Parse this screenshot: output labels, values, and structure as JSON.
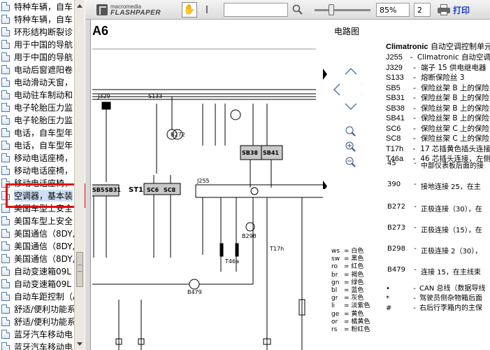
{
  "sidebar": {
    "items": [
      {
        "label": "特种车辆，自车"
      },
      {
        "label": "特种车辆，自车"
      },
      {
        "label": "环形结构断裂诊"
      },
      {
        "label": "用于中国的导航"
      },
      {
        "label": "用于中国的导航"
      },
      {
        "label": "电动后窗遮阳卷"
      },
      {
        "label": "电动滑动天窗，"
      },
      {
        "label": "电动驻车制动和"
      },
      {
        "label": "电子轮胎压力监"
      },
      {
        "label": "电子轮胎压力监"
      },
      {
        "label": "电话，自车型年"
      },
      {
        "label": "电话，自车型年"
      },
      {
        "label": "移动电话座椅，"
      },
      {
        "label": "移动电话座椅，"
      },
      {
        "label": "移动电话座椅，"
      },
      {
        "label": "空调器，基本装"
      },
      {
        "label": "美国车型上安全"
      },
      {
        "label": "美国车型上安全"
      },
      {
        "label": "美国通信（8DY,"
      },
      {
        "label": "美国通信（8DY,"
      },
      {
        "label": "美国通信（8DY,"
      },
      {
        "label": "自动变速箱09L"
      },
      {
        "label": "自动变速箱09L"
      },
      {
        "label": "自动车距控制（A"
      },
      {
        "label": "舒适/便利功能系"
      },
      {
        "label": "舒适/便利功能系"
      },
      {
        "label": "蓝牙汽车移动电"
      },
      {
        "label": "蓝牙汽车移动电"
      }
    ],
    "selected_index": 15
  },
  "toolbar": {
    "logo_small": "macromedia",
    "logo_big": "FLASHPAPER",
    "hand_icon": "hand-icon",
    "text_select_icon": "ibeam-icon",
    "search_icon": "magnifier-icon",
    "zoom_value": "85%",
    "page_value": "2",
    "print_label": "打印"
  },
  "document": {
    "page_code": "A6",
    "heading": "电路图",
    "legend_title_latin": "Climatronic",
    "legend_title_cn": " 自动空调控制单元",
    "legend": [
      {
        "code": "J255",
        "desc": "Climatronic 自动空调"
      },
      {
        "code": "J329",
        "desc": "端子 15 供电继电器"
      },
      {
        "code": "S133",
        "desc": "熔断保险丝 3"
      },
      {
        "code": "SB5",
        "desc": "保险丝架 B 上的保险"
      },
      {
        "code": "SB31",
        "desc": "保险丝架 B 上的保险"
      },
      {
        "code": "SB38",
        "desc": "保险丝架 B 上的保险"
      },
      {
        "code": "SB41",
        "desc": "保险丝架 B 上的保险"
      },
      {
        "code": "SC6",
        "desc": "保险丝架 C 上的保险"
      },
      {
        "code": "SC8",
        "desc": "保险丝架 C 上的保险"
      },
      {
        "code": "T17h",
        "desc": "17 芯插黄色插头连接"
      },
      {
        "code": "T46a",
        "desc": "46 芯插头连接，左侧"
      }
    ],
    "legend2": [
      {
        "code": "45",
        "desc": "中部仪表板后面的接"
      },
      {
        "code": "390",
        "desc": "接地连接 25，在主"
      },
      {
        "code": "B272",
        "desc": "正极连接（30），在"
      },
      {
        "code": "B273",
        "desc": "正极连接（15），在"
      },
      {
        "code": "B298",
        "desc": "正极连接 2（30），"
      },
      {
        "code": "B479",
        "desc": "连接 15，在主线束"
      }
    ],
    "wire_colors": [
      {
        "code": "ws",
        "name": "白色"
      },
      {
        "code": "sw",
        "name": "黑色"
      },
      {
        "code": "ro",
        "name": "红色"
      },
      {
        "code": "br",
        "name": "褐色"
      },
      {
        "code": "gn",
        "name": "绿色"
      },
      {
        "code": "bl",
        "name": "蓝色"
      },
      {
        "code": "gr",
        "name": "灰色"
      },
      {
        "code": "li",
        "name": "淡紫色"
      },
      {
        "code": "ge",
        "name": "黄色"
      },
      {
        "code": "or",
        "name": "橘黄色"
      },
      {
        "code": "rs",
        "name": "粉红色"
      }
    ],
    "notes": [
      {
        "sym": "•",
        "desc": "CAN 总线（数据导线"
      },
      {
        "sym": "*",
        "desc": "驾驶员侧杂物箱后面"
      },
      {
        "sym": "#",
        "desc": "右后行李箱内的主保"
      }
    ],
    "schematic_labels": {
      "j329": "J329",
      "s133": "S133",
      "b272": "B272",
      "sb38": "SB38",
      "sb41": "SB41",
      "sb5": "SB5",
      "sb31": "SB31",
      "st1": "ST1",
      "sc6": "SC6",
      "sc8": "SC8",
      "j255": "J255",
      "b298": "B298",
      "b479": "B479",
      "t46a": "T46a",
      "t17h": "T17h"
    }
  },
  "colors": {
    "selection_box": "#e01010",
    "print_label": "#1a3fc8",
    "fuse_fill": "#c8c8c8"
  }
}
